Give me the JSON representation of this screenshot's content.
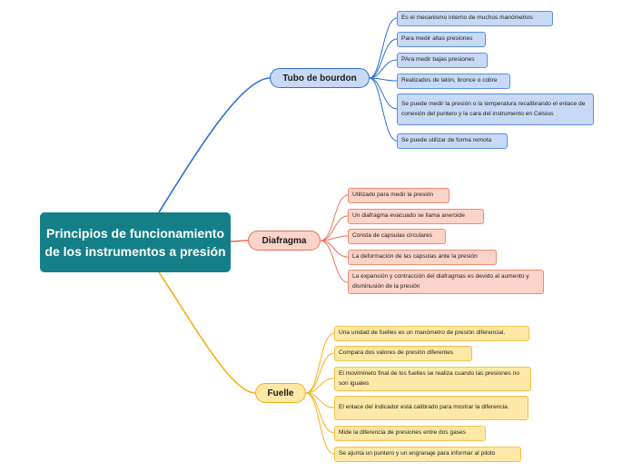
{
  "central": {
    "title": "Principios de funcionamiento de los instrumentos a presión"
  },
  "branches": [
    {
      "label": "Tubo de bourdon",
      "color": "#2b6fd4",
      "items": [
        "Es el mecanismo interno de muchos manómetros",
        "Para medir altas presiones",
        "PAra medir bajas presiones",
        "Realizados de latón, bronce o cobre",
        "Se puede medir la presión o la temperatura recalibrando el enlace de conexión del puntero y la cara del instrumento en Celsius",
        "Se puede utilizar de forma remota"
      ]
    },
    {
      "label": "Diafragma",
      "color": "#e9705a",
      "items": [
        "Utilizado para medir la presión",
        "Un diafragma evacuado se llama aneroide",
        "Consta de capsulas circulares",
        "La deformación de las capsulas ante la presión",
        "La expansión y contracción del diafragmas es devido al aumento y disminusión de la presión"
      ]
    },
    {
      "label": "Fuelle",
      "color": "#f0b21b",
      "items": [
        "Una unidad de fuelles es un manómetro de presión diferencial.",
        "Compara dos valores de presión diferentes",
        "El movimineto final de los fuelles se realiza cuando las presiones no son iguales",
        "El enlace del indicador está calibrado para mostrar la diferencia.",
        "Mide la diferencia de presiones entre dos gases",
        "Se ajunta un puntero y un engranaje para informar al piloto"
      ]
    }
  ]
}
